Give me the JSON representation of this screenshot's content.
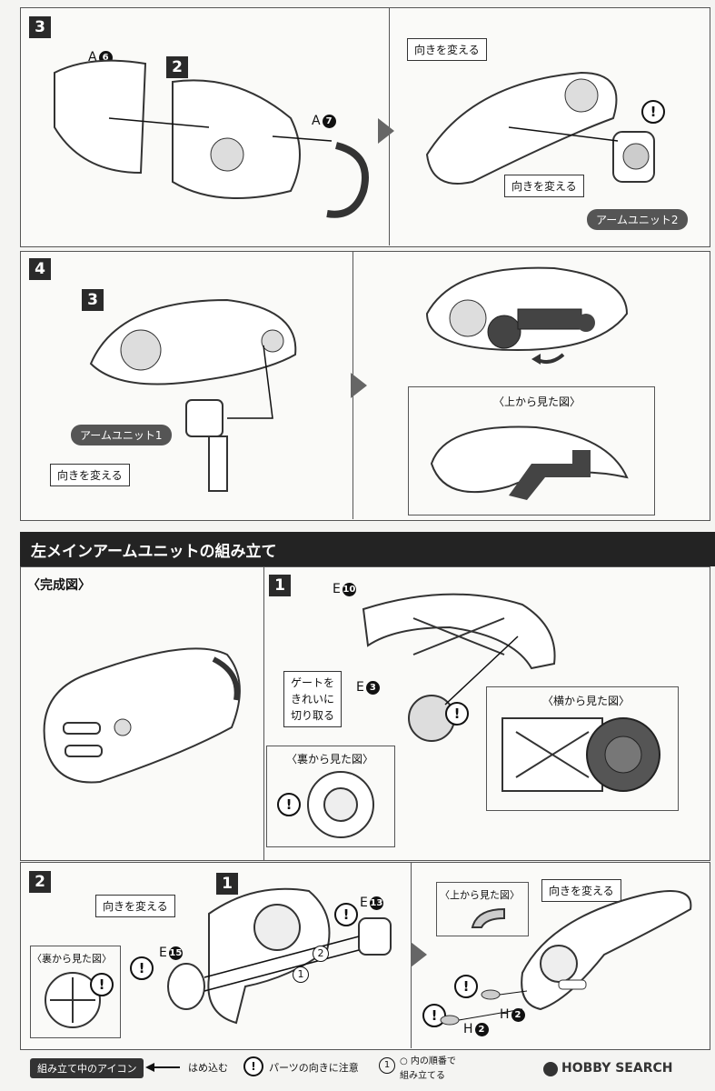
{
  "step3": {
    "number": "3",
    "part_a6_letter": "A",
    "part_a6_num": "6",
    "sub_number": "2",
    "part_a7_letter": "A",
    "part_a7_num": "7",
    "turn_label_top": "向きを変える",
    "turn_label_mid": "向きを変える",
    "arm_unit_label": "アームユニット2"
  },
  "step4": {
    "number": "4",
    "sub_number": "3",
    "arm_unit_label": "アームユニット1",
    "turn_label": "向きを変える",
    "view_top_label": "〈上から見た図〉"
  },
  "section": {
    "title": "左メインアームユニットの組み立て"
  },
  "complete": {
    "label": "〈完成図〉"
  },
  "step1": {
    "number": "1",
    "part_e10_letter": "E",
    "part_e10_num": "10",
    "part_e3_letter": "E",
    "part_e3_num": "3",
    "gate_note_line1": "ゲートを",
    "gate_note_line2": "きれいに",
    "gate_note_line3": "切り取る",
    "view_back_label": "〈裏から見た図〉",
    "view_side_label": "〈横から見た図〉"
  },
  "step2": {
    "number": "2",
    "sub_number": "1",
    "turn_label_left": "向きを変える",
    "view_back_label": "〈裏から見た図〉",
    "part_e15_letter": "E",
    "part_e15_num": "15",
    "part_e13_letter": "E",
    "part_e13_num": "13",
    "order_1": "1",
    "order_2": "2",
    "view_top_label": "〈上から見た図〉",
    "turn_label_right": "向きを変える",
    "part_h2a_letter": "H",
    "part_h2a_num": "2",
    "part_h2b_letter": "H",
    "part_h2b_num": "2"
  },
  "legend": {
    "title": "組み立て中のアイコン",
    "fit_in": "はめ込む",
    "orientation_note": "パーツの向きに注意",
    "order_icon_num": "1",
    "order_note_line1": "○ 内の順番で",
    "order_note_line2": "組み立てる",
    "watermark": "HOBBY SEARCH"
  },
  "icons": [
    "warning-icon",
    "arrow-right-icon",
    "rotate-arrow-icon",
    "fit-in-arrow-icon",
    "order-circle-icon",
    "hobby-search-logo-icon"
  ],
  "colors": {
    "dark": "#232323",
    "pill": "#555555",
    "paper": "#f4f4f2",
    "panel": "#fafaf8"
  }
}
